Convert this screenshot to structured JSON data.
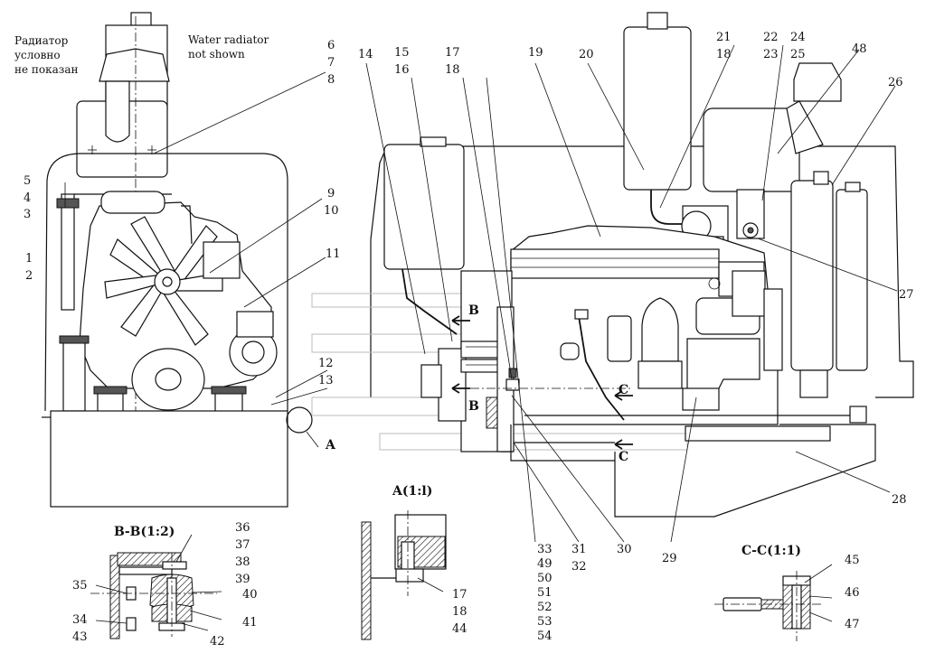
{
  "notes": {
    "radiator_ru": [
      "Радиатор",
      "условно",
      "не показан"
    ],
    "radiator_en": [
      "Water radiator",
      "not shown"
    ]
  },
  "sections": {
    "bb": "В-В(1:2)",
    "a": "A(1:l)",
    "cc": "С-С(1:1)"
  },
  "view_markers": {
    "a": "A",
    "b": "B",
    "c": "C"
  },
  "callouts": {
    "c1": "1",
    "c2": "2",
    "c3": "3",
    "c4": "4",
    "c5": "5",
    "c6": "6",
    "c7": "7",
    "c8": "8",
    "c9": "9",
    "c10": "10",
    "c11": "11",
    "c12": "12",
    "c13": "13",
    "c14": "14",
    "c15": "15",
    "c16": "16",
    "c17": "17",
    "c18": "18",
    "c19": "19",
    "c20": "20",
    "c21": "21",
    "c22": "22",
    "c23": "23",
    "c24": "24",
    "c25": "25",
    "c26": "26",
    "c27": "27",
    "c28": "28",
    "c29": "29",
    "c30": "30",
    "c31": "31",
    "c32": "32",
    "c33": "33",
    "c34": "34",
    "c35": "35",
    "c36": "36",
    "c37": "37",
    "c38": "38",
    "c39": "39",
    "c40": "40",
    "c41": "41",
    "c42": "42",
    "c43": "43",
    "c44": "44",
    "c45": "45",
    "c46": "46",
    "c47": "47",
    "c48": "48",
    "c49": "49",
    "c50": "50",
    "c51": "51",
    "c52": "52",
    "c53": "53",
    "c54": "54"
  },
  "detail_callouts": {
    "a17": "17",
    "a18": "18"
  }
}
